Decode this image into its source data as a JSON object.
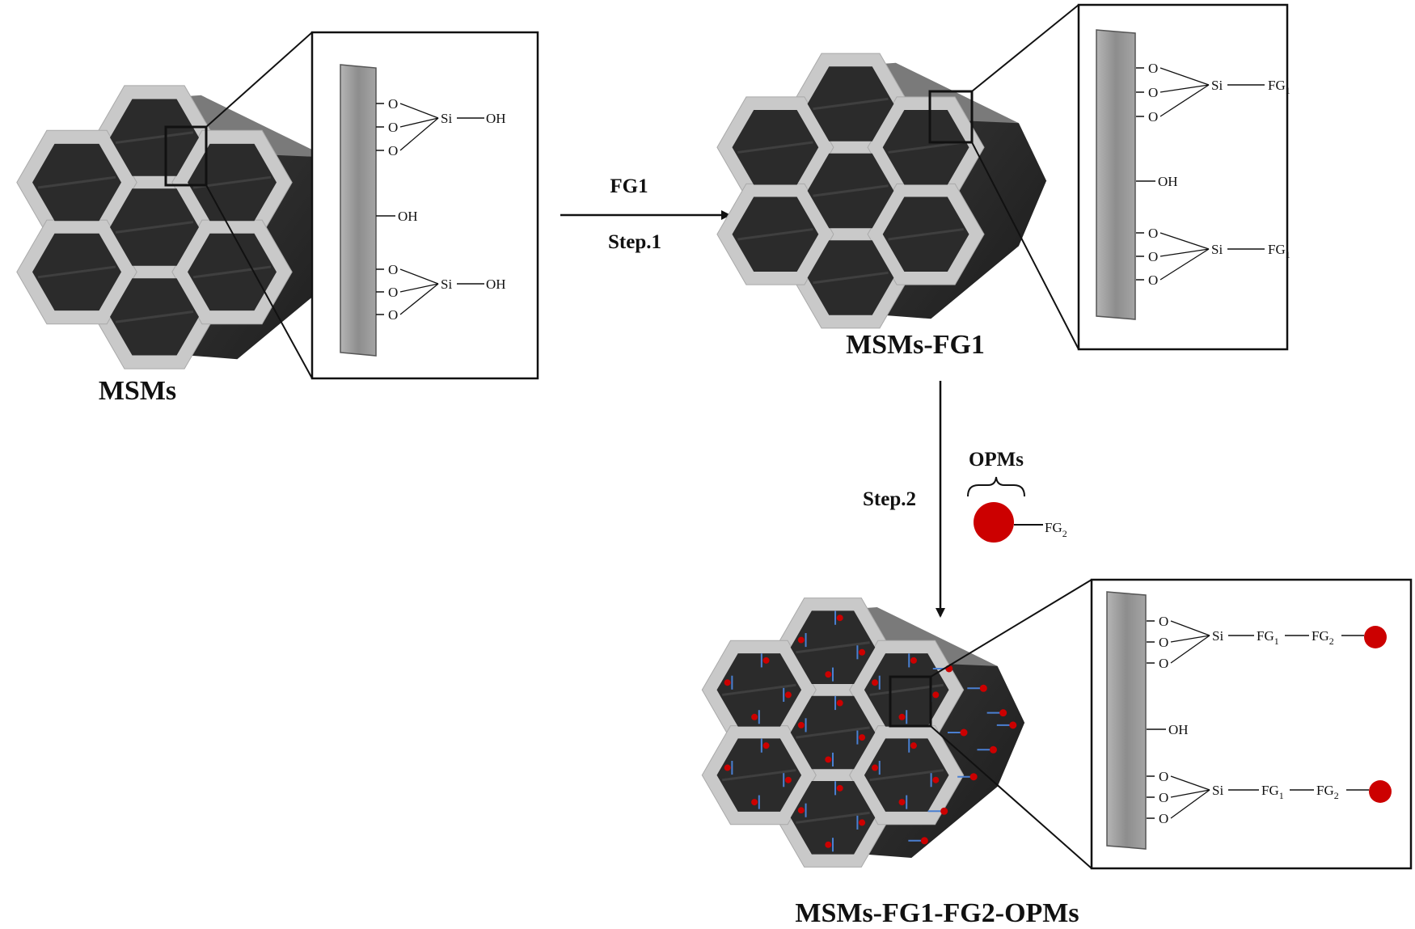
{
  "labels": {
    "msms": "MSMs",
    "msms_fg1": "MSMs-FG1",
    "msms_fg1_fg2_opms": "MSMs-FG1-FG2-OPMs",
    "step1_reagent": "FG1",
    "step1": "Step.1",
    "step2": "Step.2",
    "opms": "OPMs"
  },
  "chem": {
    "o": "O",
    "si": "Si",
    "oh": "OH",
    "fg": "FG",
    "sub1": "1",
    "sub2": "2"
  },
  "colors": {
    "pore_dark": "#2b2b2b",
    "wall_light": "#c9c9c9",
    "surface_gray": "#9a9a9a",
    "opm_red": "#cc0000",
    "linker_blue": "#4a7fd1"
  }
}
